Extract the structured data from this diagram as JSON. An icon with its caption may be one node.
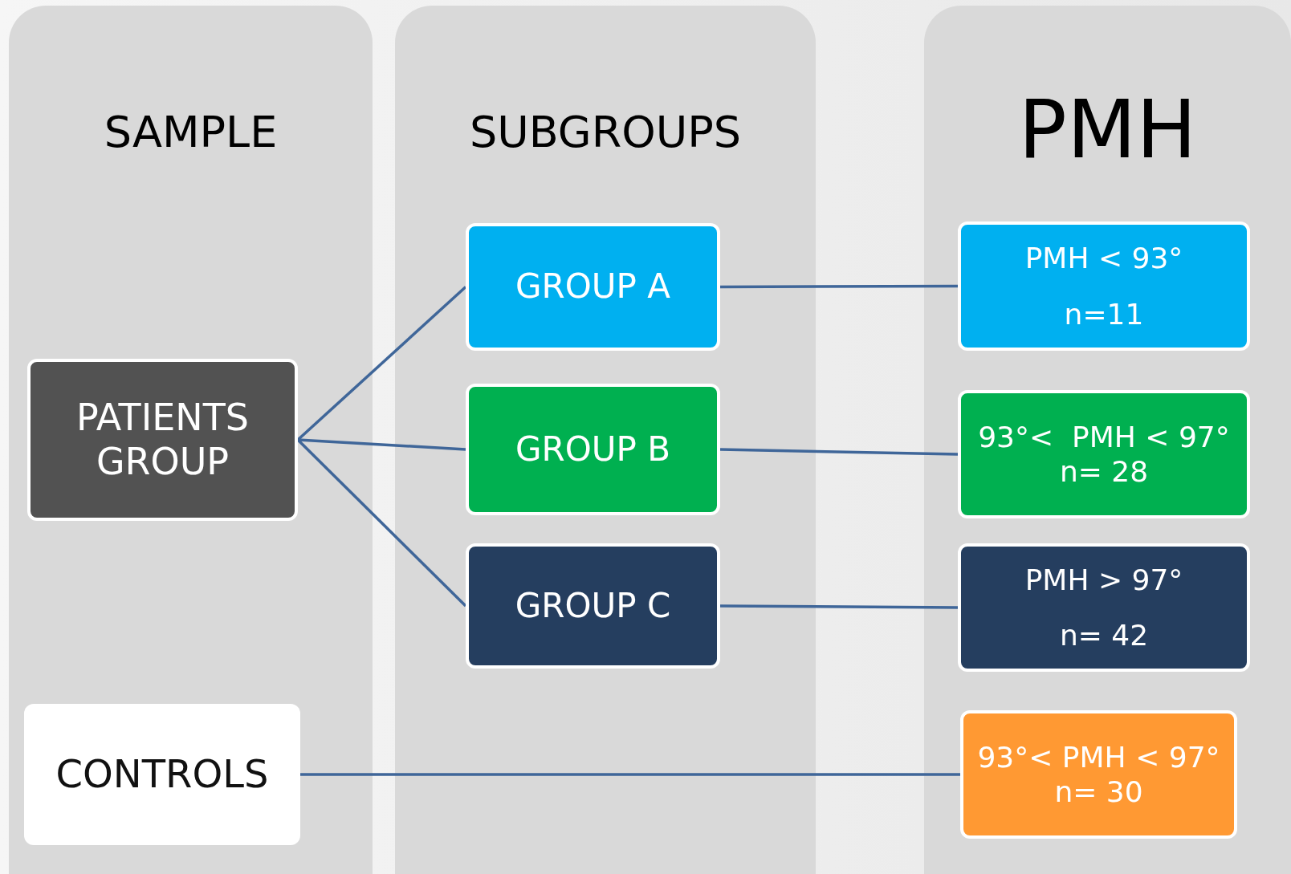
{
  "diagram": {
    "nodes": [
      {
        "text": [
          "SAMPLE"
        ]
      },
      {
        "text": [
          "PATIENTS GROUP"
        ],
        "in": 0
      },
      {
        "text": [
          "CONTROLS"
        ],
        "in": 0
      },
      {
        "text": [
          "SUBGROUPS"
        ]
      },
      {
        "text": [
          "GROUP A"
        ],
        "in": 3
      },
      {
        "text": [
          "GROUP B"
        ],
        "in": 3
      },
      {
        "text": [
          "GROUP C"
        ],
        "in": 3
      },
      {
        "text": [
          "PMH"
        ]
      },
      {
        "text": [
          "PMH < 93°",
          "n=11"
        ],
        "in": 7
      },
      {
        "text": [
          "93°<  PMH < 97°",
          "n= 28"
        ],
        "in": 7
      },
      {
        "text": [
          "PMH > 97°",
          "n= 42"
        ],
        "in": 7
      },
      {
        "text": [
          "93°< PMH < 97°",
          "n= 30"
        ],
        "in": 7
      }
    ],
    "edges": [
      {
        "from": 1,
        "to": 4,
        "arrow": "none"
      },
      {
        "from": 1,
        "to": 5,
        "arrow": "none"
      },
      {
        "from": 1,
        "to": 6,
        "arrow": "none"
      },
      {
        "from": 4,
        "to": 8,
        "arrow": "none"
      },
      {
        "from": 5,
        "to": 9,
        "arrow": "none"
      },
      {
        "from": 6,
        "to": 10,
        "arrow": "none"
      },
      {
        "from": 2,
        "to": 11,
        "arrow": "none"
      }
    ]
  }
}
